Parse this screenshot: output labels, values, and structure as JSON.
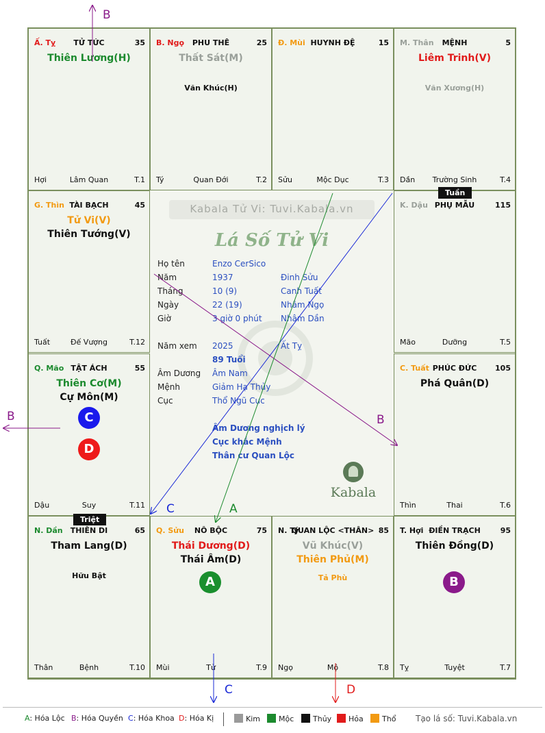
{
  "footer_arrow_labels": {
    "top": "B",
    "left": "B",
    "bottom_c": "C",
    "bottom_d": "D"
  },
  "cells": [
    {
      "can": "Ấ. Tỵ",
      "can_color": "red",
      "name": "TỬ TỨC",
      "num": "35",
      "stars": [
        {
          "t": "Thiên Lương(H)",
          "c": "green"
        }
      ],
      "minor": [],
      "ft": [
        "Hợi",
        "Lâm Quan",
        "T.1"
      ]
    },
    {
      "can": "B. Ngọ",
      "can_color": "red",
      "name": "PHU THÊ",
      "num": "25",
      "stars": [
        {
          "t": "Thất Sát(M)",
          "c": "gray"
        }
      ],
      "minor": [
        {
          "t": "Văn Khúc(H)",
          "c": "black"
        }
      ],
      "ft": [
        "Tý",
        "Quan Đới",
        "T.2"
      ]
    },
    {
      "can": "Đ. Mùi",
      "can_color": "orange",
      "name": "HUYNH ĐỆ",
      "num": "15",
      "stars": [],
      "minor": [],
      "ft": [
        "Sửu",
        "Mộc Dục",
        "T.3"
      ]
    },
    {
      "can": "M. Thân",
      "can_color": "gray",
      "name": "MỆNH",
      "num": "5",
      "stars": [
        {
          "t": "Liêm Trinh(V)",
          "c": "red"
        }
      ],
      "minor": [
        {
          "t": "Văn Xương(H)",
          "c": "gray"
        }
      ],
      "ft": [
        "Dần",
        "Trường Sinh",
        "T.4"
      ]
    },
    {
      "can": "G. Thìn",
      "can_color": "orange",
      "name": "TÀI BẠCH",
      "num": "45",
      "stars": [
        {
          "t": "Tử Vi(V)",
          "c": "orange"
        },
        {
          "t": "Thiên Tướng(V)",
          "c": "black"
        }
      ],
      "minor": [],
      "ft": [
        "Tuất",
        "Đế Vượng",
        "T.12"
      ]
    },
    {
      "can": "K. Dậu",
      "can_color": "gray",
      "name": "PHỤ MẪU",
      "num": "115",
      "stars": [],
      "minor": [],
      "ft": [
        "Mão",
        "Dưỡng",
        "T.5"
      ]
    },
    {
      "can": "Q. Mão",
      "can_color": "green",
      "name": "TẬT ÁCH",
      "num": "55",
      "stars": [
        {
          "t": "Thiên Cơ(M)",
          "c": "green"
        },
        {
          "t": "Cự Môn(M)",
          "c": "black"
        }
      ],
      "minor": [],
      "ft": [
        "Dậu",
        "Suy",
        "T.11"
      ]
    },
    {
      "can": "C. Tuất",
      "can_color": "orange",
      "name": "PHÚC ĐỨC",
      "num": "105",
      "stars": [
        {
          "t": "Phá Quân(D)",
          "c": "black"
        }
      ],
      "minor": [],
      "ft": [
        "Thìn",
        "Thai",
        "T.6"
      ]
    },
    {
      "can": "N. Dần",
      "can_color": "green",
      "name": "THIÊN DI",
      "num": "65",
      "stars": [
        {
          "t": "Tham Lang(D)",
          "c": "black"
        }
      ],
      "minor": [
        {
          "t": "Hữu Bật",
          "c": "black"
        }
      ],
      "ft": [
        "Thân",
        "Bệnh",
        "T.10"
      ]
    },
    {
      "can": "Q. Sửu",
      "can_color": "orange",
      "name": "NÔ BỘC",
      "num": "75",
      "stars": [
        {
          "t": "Thái Dương(D)",
          "c": "red"
        },
        {
          "t": "Thái Âm(D)",
          "c": "black"
        }
      ],
      "minor": [],
      "ft": [
        "Mùi",
        "Tử",
        "T.9"
      ]
    },
    {
      "can": "N. Tý",
      "can_color": "black",
      "name": "QUAN LỘC <THÂN>",
      "num": "85",
      "stars": [
        {
          "t": "Vũ Khúc(V)",
          "c": "gray"
        },
        {
          "t": "Thiên Phủ(M)",
          "c": "orange"
        }
      ],
      "minor": [
        {
          "t": "Tả Phù",
          "c": "orange"
        }
      ],
      "ft": [
        "Ngọ",
        "Mộ",
        "T.8"
      ]
    },
    {
      "can": "T. Hợi",
      "can_color": "black",
      "name": "ĐIỀN TRẠCH",
      "num": "95",
      "stars": [
        {
          "t": "Thiên Đồng(D)",
          "c": "black"
        }
      ],
      "minor": [],
      "ft": [
        "Tỵ",
        "Tuyệt",
        "T.7"
      ]
    }
  ],
  "tags": {
    "tuan": "Tuần",
    "triet": "Triệt"
  },
  "circles": {
    "c": "C",
    "d": "D",
    "a": "A",
    "b": "B"
  },
  "center": {
    "watermark": "Kabala Tử Vi: Tuvi.Kabala.vn",
    "title": "Lá Số Tử Vi",
    "rows": [
      {
        "k": "Họ tên",
        "v": "Enzo CerSico",
        "v2": ""
      },
      {
        "k": "Năm",
        "v": "1937",
        "v2": "Đinh Sửu"
      },
      {
        "k": "Tháng",
        "v": "10  (9)",
        "v2": "Canh Tuất"
      },
      {
        "k": "Ngày",
        "v": "22  (19)",
        "v2": "Nhâm Ngọ"
      },
      {
        "k": "Giờ",
        "v": "3 giờ 0 phút",
        "v2": "Nhâm Dần"
      }
    ],
    "namxem_k": "Năm xem",
    "namxem_v": "2025",
    "namxem_v2": "Ất Tỵ",
    "tuoi": "89 Tuổi",
    "rows2": [
      {
        "k": "Âm Dương",
        "v": "Âm Nam"
      },
      {
        "k": "Mệnh",
        "v": "Giảm Hạ Thủy"
      },
      {
        "k": "Cục",
        "v": "Thổ Ngũ Cục"
      }
    ],
    "notes": [
      "Âm Dương nghịch lý",
      "Cục khắc Mệnh",
      "Thân cư Quan Lộc"
    ],
    "brand": "Kabala"
  },
  "arrow_labels": {
    "b_top": "B",
    "b_left": "B",
    "b_mid": "B",
    "c_mid": "C",
    "a_mid": "A",
    "c_bot": "C",
    "d_bot": "D"
  },
  "legend": {
    "items": [
      {
        "k": "A",
        "v": "Hóa Lộc",
        "c": "#1c8a2e"
      },
      {
        "k": "B",
        "v": "Hóa Quyền",
        "c": "#8a1c8a"
      },
      {
        "k": "C",
        "v": "Hóa Khoa",
        "c": "#1a2ad6"
      },
      {
        "k": "D",
        "v": "Hóa Kị",
        "c": "#e11b1b"
      }
    ],
    "elements": [
      {
        "label": "Kim",
        "color": "#9a9a9a"
      },
      {
        "label": "Mộc",
        "color": "#1c8a2e"
      },
      {
        "label": "Thủy",
        "color": "#111111"
      },
      {
        "label": "Hỏa",
        "color": "#e11b1b"
      },
      {
        "label": "Thổ",
        "color": "#f29a12"
      }
    ],
    "site": "Tạo lá số: Tuvi.Kabala.vn"
  }
}
